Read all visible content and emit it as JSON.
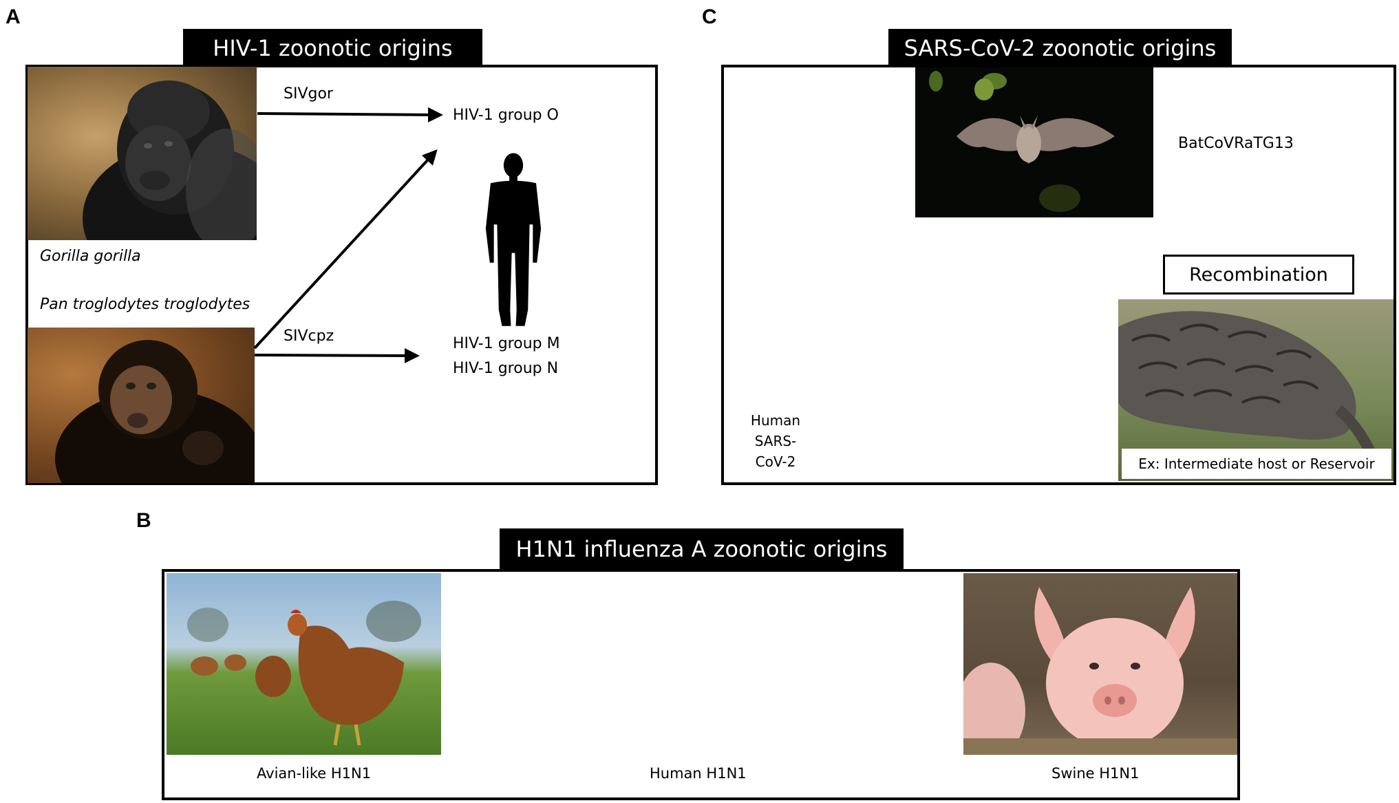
{
  "panels": {
    "a": {
      "letter": "A",
      "title": "HIV-1 zoonotic origins",
      "gorilla_species": "Gorilla gorilla",
      "chimp_species": "Pan troglodytes troglodytes",
      "siv_gor": "SIVgor",
      "siv_cpz": "SIVcpz",
      "group_o": "HIV-1 group O",
      "group_m": "HIV-1 group M",
      "group_n": "HIV-1 group N"
    },
    "b": {
      "letter": "B",
      "title": "H1N1 influenza A zoonotic origins",
      "avian": "Avian-like H1N1",
      "human": "Human H1N1",
      "swine": "Swine H1N1"
    },
    "c": {
      "letter": "C",
      "title": "SARS-CoV-2 zoonotic origins",
      "bat_virus": "BatCoVRaTG13",
      "recombination": "Recombination",
      "human_line1": "Human",
      "human_line2": "SARS-",
      "human_line3": "CoV-2",
      "intermediate": "Ex: Intermediate host or Reservoir"
    }
  }
}
